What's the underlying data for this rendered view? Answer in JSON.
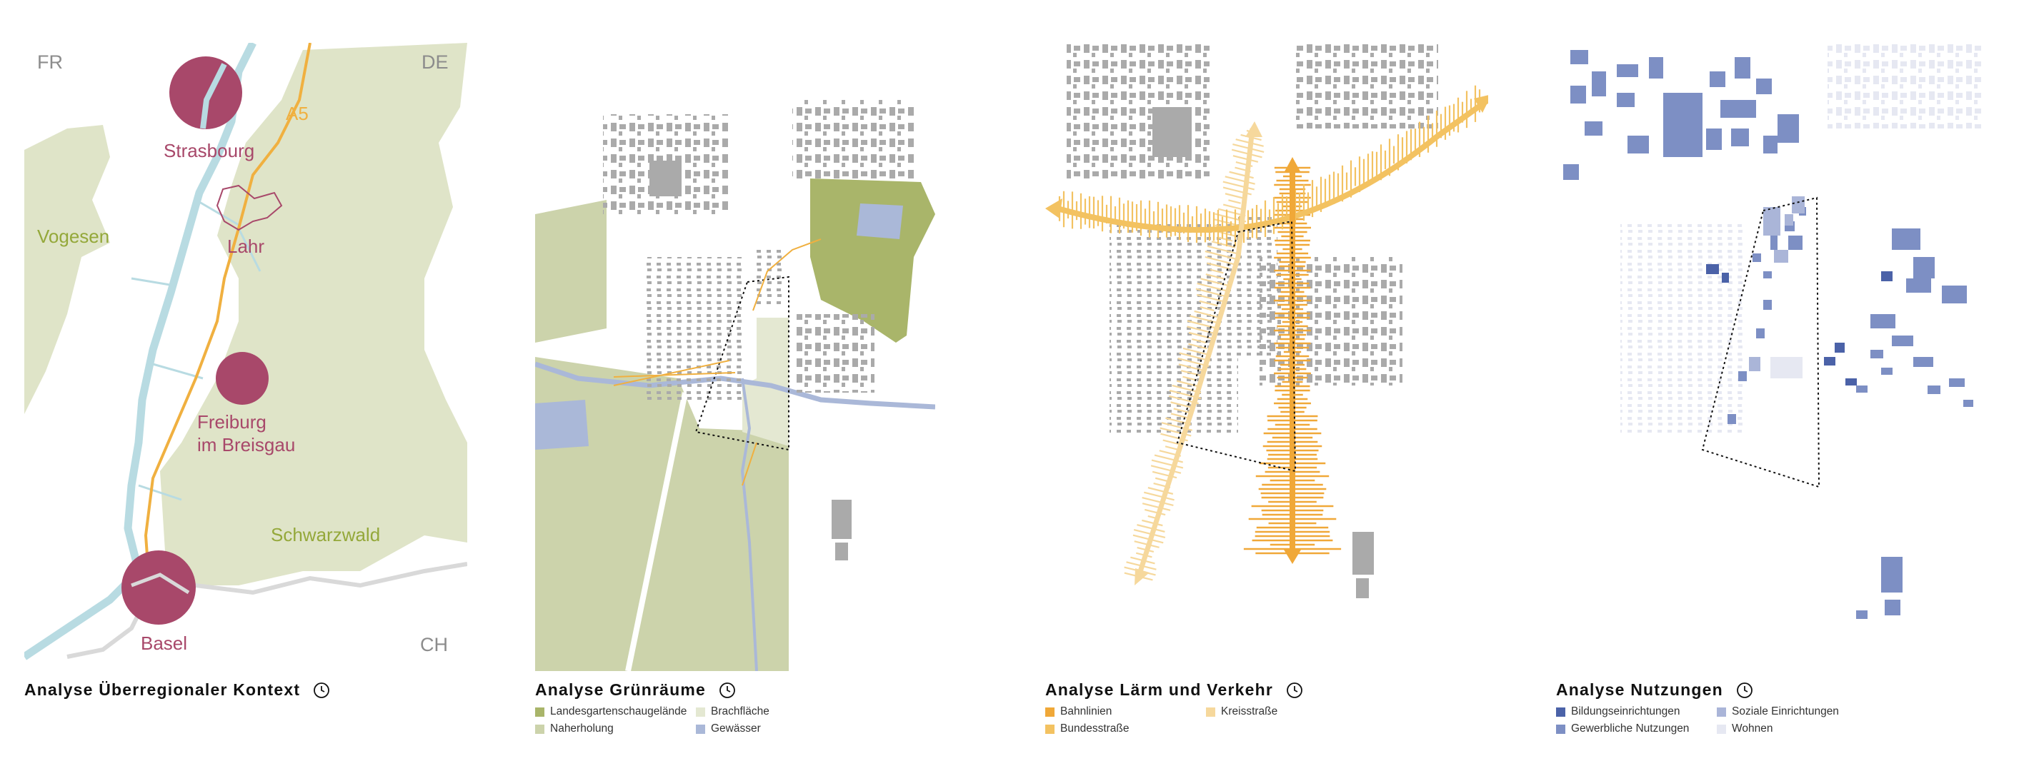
{
  "colors": {
    "green_region": "#dfe4c8",
    "river": "#b8dbe2",
    "highway": "#f0b040",
    "border": "#d9d9d9",
    "city": "#a8486a",
    "city_label": "#a8486a",
    "region_label": "#94a83a",
    "country_label": "#8c8c8c",
    "building": "#aaaaaa",
    "garden_show": "#a9b56a",
    "recreation": "#ccd3ab",
    "brownfield": "#e4e8d2",
    "water": "#aab8d8",
    "rail": "#f0a838",
    "federal_road": "#f3c261",
    "district_road": "#f6d89c",
    "education": "#4b62a8",
    "commercial": "#7d8fc4",
    "social": "#aab5d8",
    "residential": "#e6e8f2"
  },
  "panels": [
    {
      "title": "Analyse Überregionaler Kontext",
      "icon": "clock-icon",
      "map": {
        "countries": [
          "FR",
          "DE",
          "CH"
        ],
        "cities": [
          "Strasbourg",
          "Lahr",
          "Basel"
        ],
        "freiburg": [
          "Freiburg",
          "im Breisgau"
        ],
        "highway": "A5",
        "regions": [
          "Vogesen",
          "Schwarzwald"
        ]
      },
      "legend": []
    },
    {
      "title": "Analyse Grünräume",
      "icon": "clock-icon",
      "legend": [
        {
          "label": "Landesgartenschaugelände",
          "color": "#a9b56a"
        },
        {
          "label": "Brachfläche",
          "color": "#e4e8d2"
        },
        {
          "label": "Naherholung",
          "color": "#ccd3ab"
        },
        {
          "label": "Gewässer",
          "color": "#aab8d8"
        }
      ]
    },
    {
      "title": "Analyse Lärm und Verkehr",
      "icon": "clock-icon",
      "legend": [
        {
          "label": "Bahnlinien",
          "color": "#f0a838"
        },
        {
          "label": "Kreisstraße",
          "color": "#f6d89c"
        },
        {
          "label": "Bundesstraße",
          "color": "#f3c261"
        }
      ]
    },
    {
      "title": "Analyse Nutzungen",
      "icon": "clock-icon",
      "legend": [
        {
          "label": "Bildungseinrichtungen",
          "color": "#4b62a8"
        },
        {
          "label": "Soziale Einrichtungen",
          "color": "#aab5d8"
        },
        {
          "label": "Gewerbliche Nutzungen",
          "color": "#7d8fc4"
        },
        {
          "label": "Wohnen",
          "color": "#e6e8f2"
        }
      ]
    }
  ]
}
